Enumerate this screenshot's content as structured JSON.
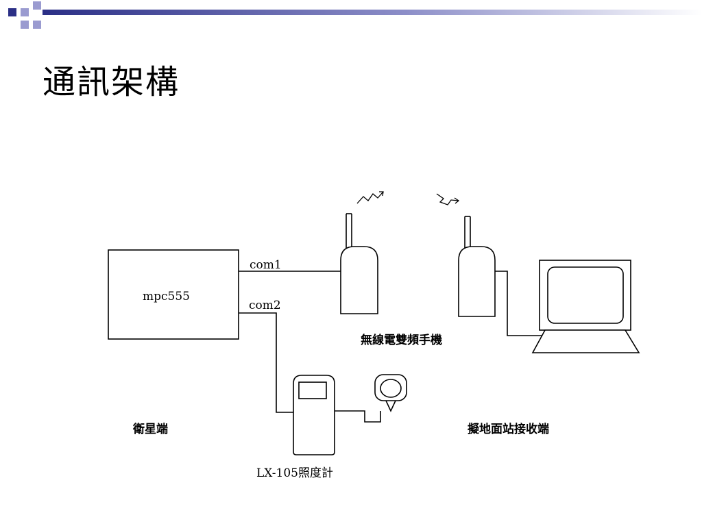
{
  "slide": {
    "title": "通訊架構"
  },
  "diagram": {
    "mcu_label": "mpc555",
    "port1_label": "com1",
    "port2_label": "com2",
    "radio_label": "無線電雙頻手機",
    "satellite_label": "衛星端",
    "ground_label": "擬地面站接收端",
    "meter_label": "LX-105照度計"
  },
  "colors": {
    "deco_navy": "#2b2f86",
    "deco_lilac": "#9a9bd0",
    "line": "#000000"
  }
}
